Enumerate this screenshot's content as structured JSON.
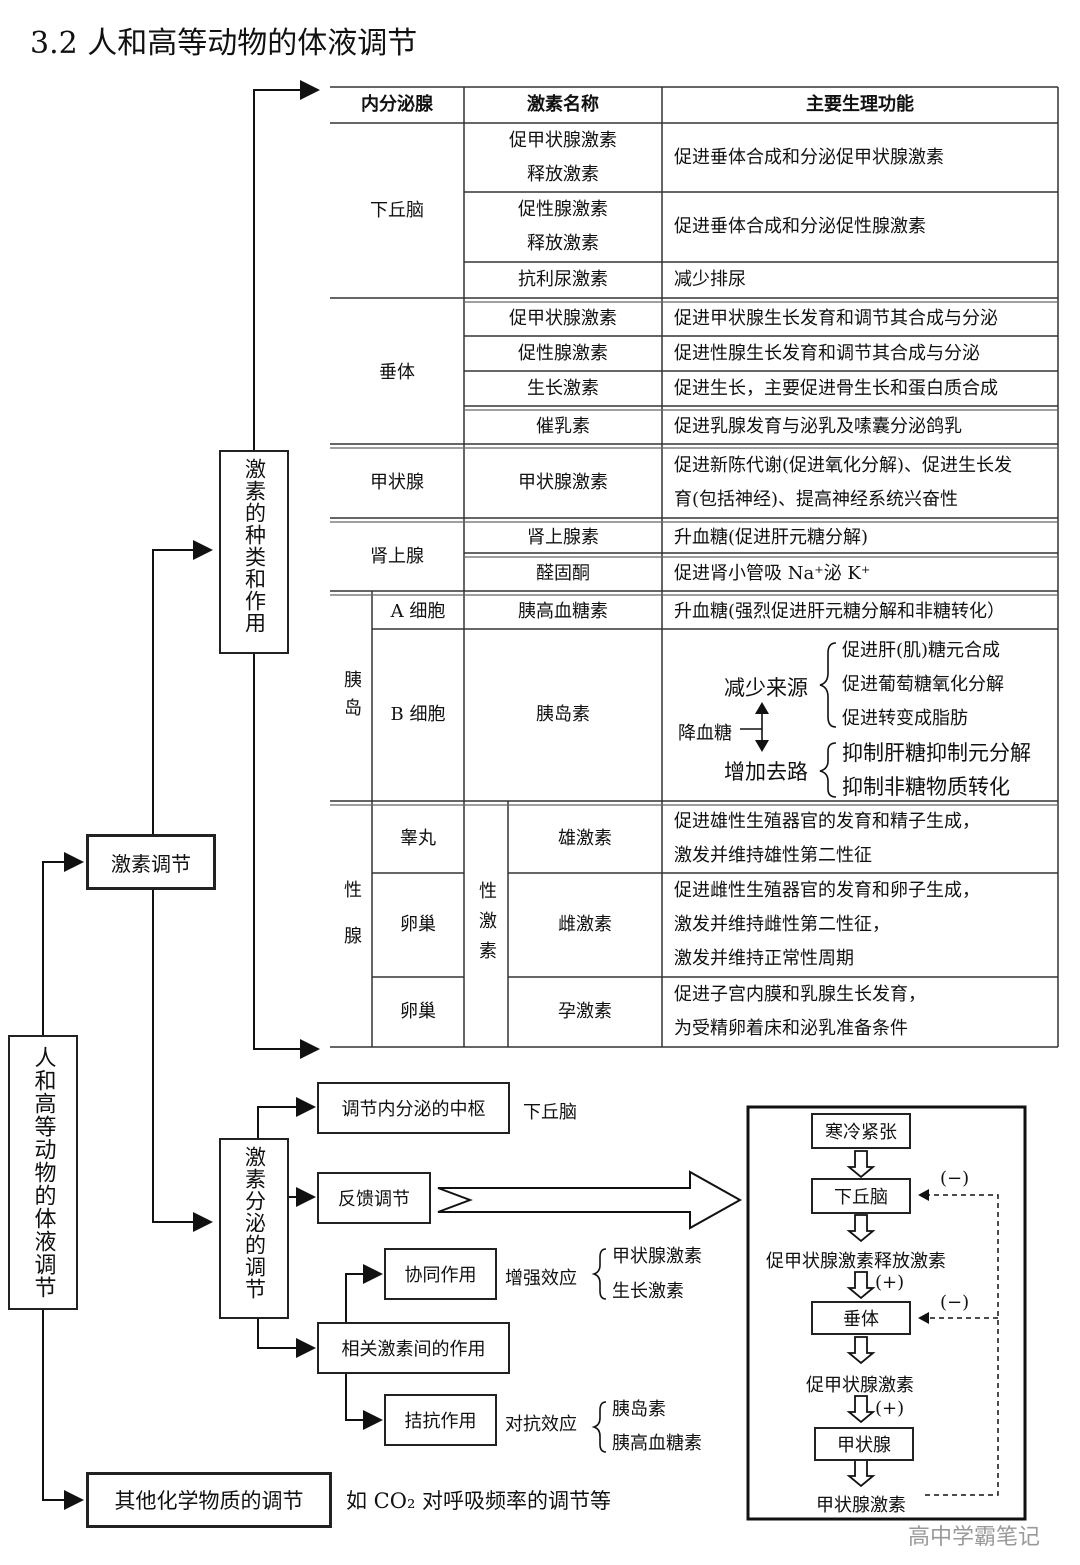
{
  "title": "3.2 人和高等动物的体液调节",
  "root": "人和高等动物的体液调节",
  "hormone_regulation": "激素调节",
  "hormone_types": "激素的种类和作用",
  "hormone_secretion": "激素分泌的调节",
  "other_chemicals": {
    "label": "其他化学物质的调节",
    "example": "如 CO₂ 对呼吸频率的调节等"
  },
  "table": {
    "headers": [
      "内分泌腺",
      "激素名称",
      "主要生理功能"
    ],
    "hypothalamus": {
      "gland": "下丘脑",
      "rows": [
        {
          "name": [
            "促甲状腺激素",
            "释放激素"
          ],
          "func": "促进垂体合成和分泌促甲状腺激素"
        },
        {
          "name": [
            "促性腺激素",
            "释放激素"
          ],
          "func": "促进垂体合成和分泌促性腺激素"
        },
        {
          "name": [
            "抗利尿激素"
          ],
          "func": "减少排尿"
        }
      ]
    },
    "pituitary": {
      "gland": "垂体",
      "rows": [
        {
          "name": "促甲状腺激素",
          "func": "促进甲状腺生长发育和调节其合成与分泌"
        },
        {
          "name": "促性腺激素",
          "func": "促进性腺生长发育和调节其合成与分泌"
        },
        {
          "name": "生长激素",
          "func": "促进生长，主要促进骨生长和蛋白质合成"
        },
        {
          "name": "催乳素",
          "func": "促进乳腺发育与泌乳及嗉囊分泌鸽乳"
        }
      ]
    },
    "thyroid": {
      "gland": "甲状腺",
      "name": "甲状腺激素",
      "func": [
        "促进新陈代谢(促进氧化分解)、促进生长发",
        "育(包括神经)、提高神经系统兴奋性"
      ]
    },
    "adrenal": {
      "gland": "肾上腺",
      "rows": [
        {
          "name": "肾上腺素",
          "func": "升血糖(促进肝元糖分解)"
        },
        {
          "name": "醛固酮",
          "func": "促进肾小管吸 Na⁺泌 K⁺"
        }
      ]
    },
    "islet": {
      "gland": "胰岛",
      "a_cell": {
        "cell": "A 细胞",
        "name": "胰高血糖素",
        "func": "升血糖(强烈促进肝元糖分解和非糖转化）"
      },
      "b_cell": {
        "cell": "B 细胞",
        "name": "胰岛素",
        "lower": "降血糖",
        "reduce_source": "减少来源",
        "increase_sink": "增加去路",
        "reduce_items": [
          "促进肝(肌)糖元合成",
          "促进葡萄糖氧化分解",
          "促进转变成脂肪"
        ],
        "increase_items": [
          "抑制肝糖抑制元分解",
          "抑制非糖物质转化"
        ]
      }
    },
    "gonad": {
      "gland": "性腺",
      "sex_hormone": "性激素",
      "rows": [
        {
          "organ": "睾丸",
          "name": "雄激素",
          "func": [
            "促进雄性生殖器官的发育和精子生成，",
            "激发并维持雄性第二性征"
          ]
        },
        {
          "organ": "卵巢",
          "name": "雌激素",
          "func": [
            "促进雌性生殖器官的发育和卵子生成，",
            "激发并维持雌性第二性征，",
            "激发并维持正常性周期"
          ]
        },
        {
          "organ": "卵巢",
          "name": "孕激素",
          "func": [
            "促进子宫内膜和乳腺生长发育，",
            "为受精卵着床和泌乳准备条件"
          ]
        }
      ]
    }
  },
  "secretion": {
    "center": {
      "label": "调节内分泌的中枢",
      "value": "下丘脑"
    },
    "feedback": "反馈调节",
    "relations": "相关激素间的作用",
    "synergy": {
      "label": "协同作用",
      "effect": "增强效应",
      "items": [
        "甲状腺激素",
        "生长激素"
      ]
    },
    "antagonism": {
      "label": "拮抗作用",
      "effect": "对抗效应",
      "items": [
        "胰岛素",
        "胰高血糖素"
      ]
    }
  },
  "feedback_flow": {
    "stimulus": "寒冷紧张",
    "hypothalamus": "下丘脑",
    "trh": "促甲状腺激素释放激素",
    "pituitary": "垂体",
    "tsh": "促甲状腺激素",
    "thyroid": "甲状腺",
    "th": "甲状腺激素",
    "plus": "(+)",
    "minus": "(−)"
  },
  "watermark": "高中学霸笔记"
}
